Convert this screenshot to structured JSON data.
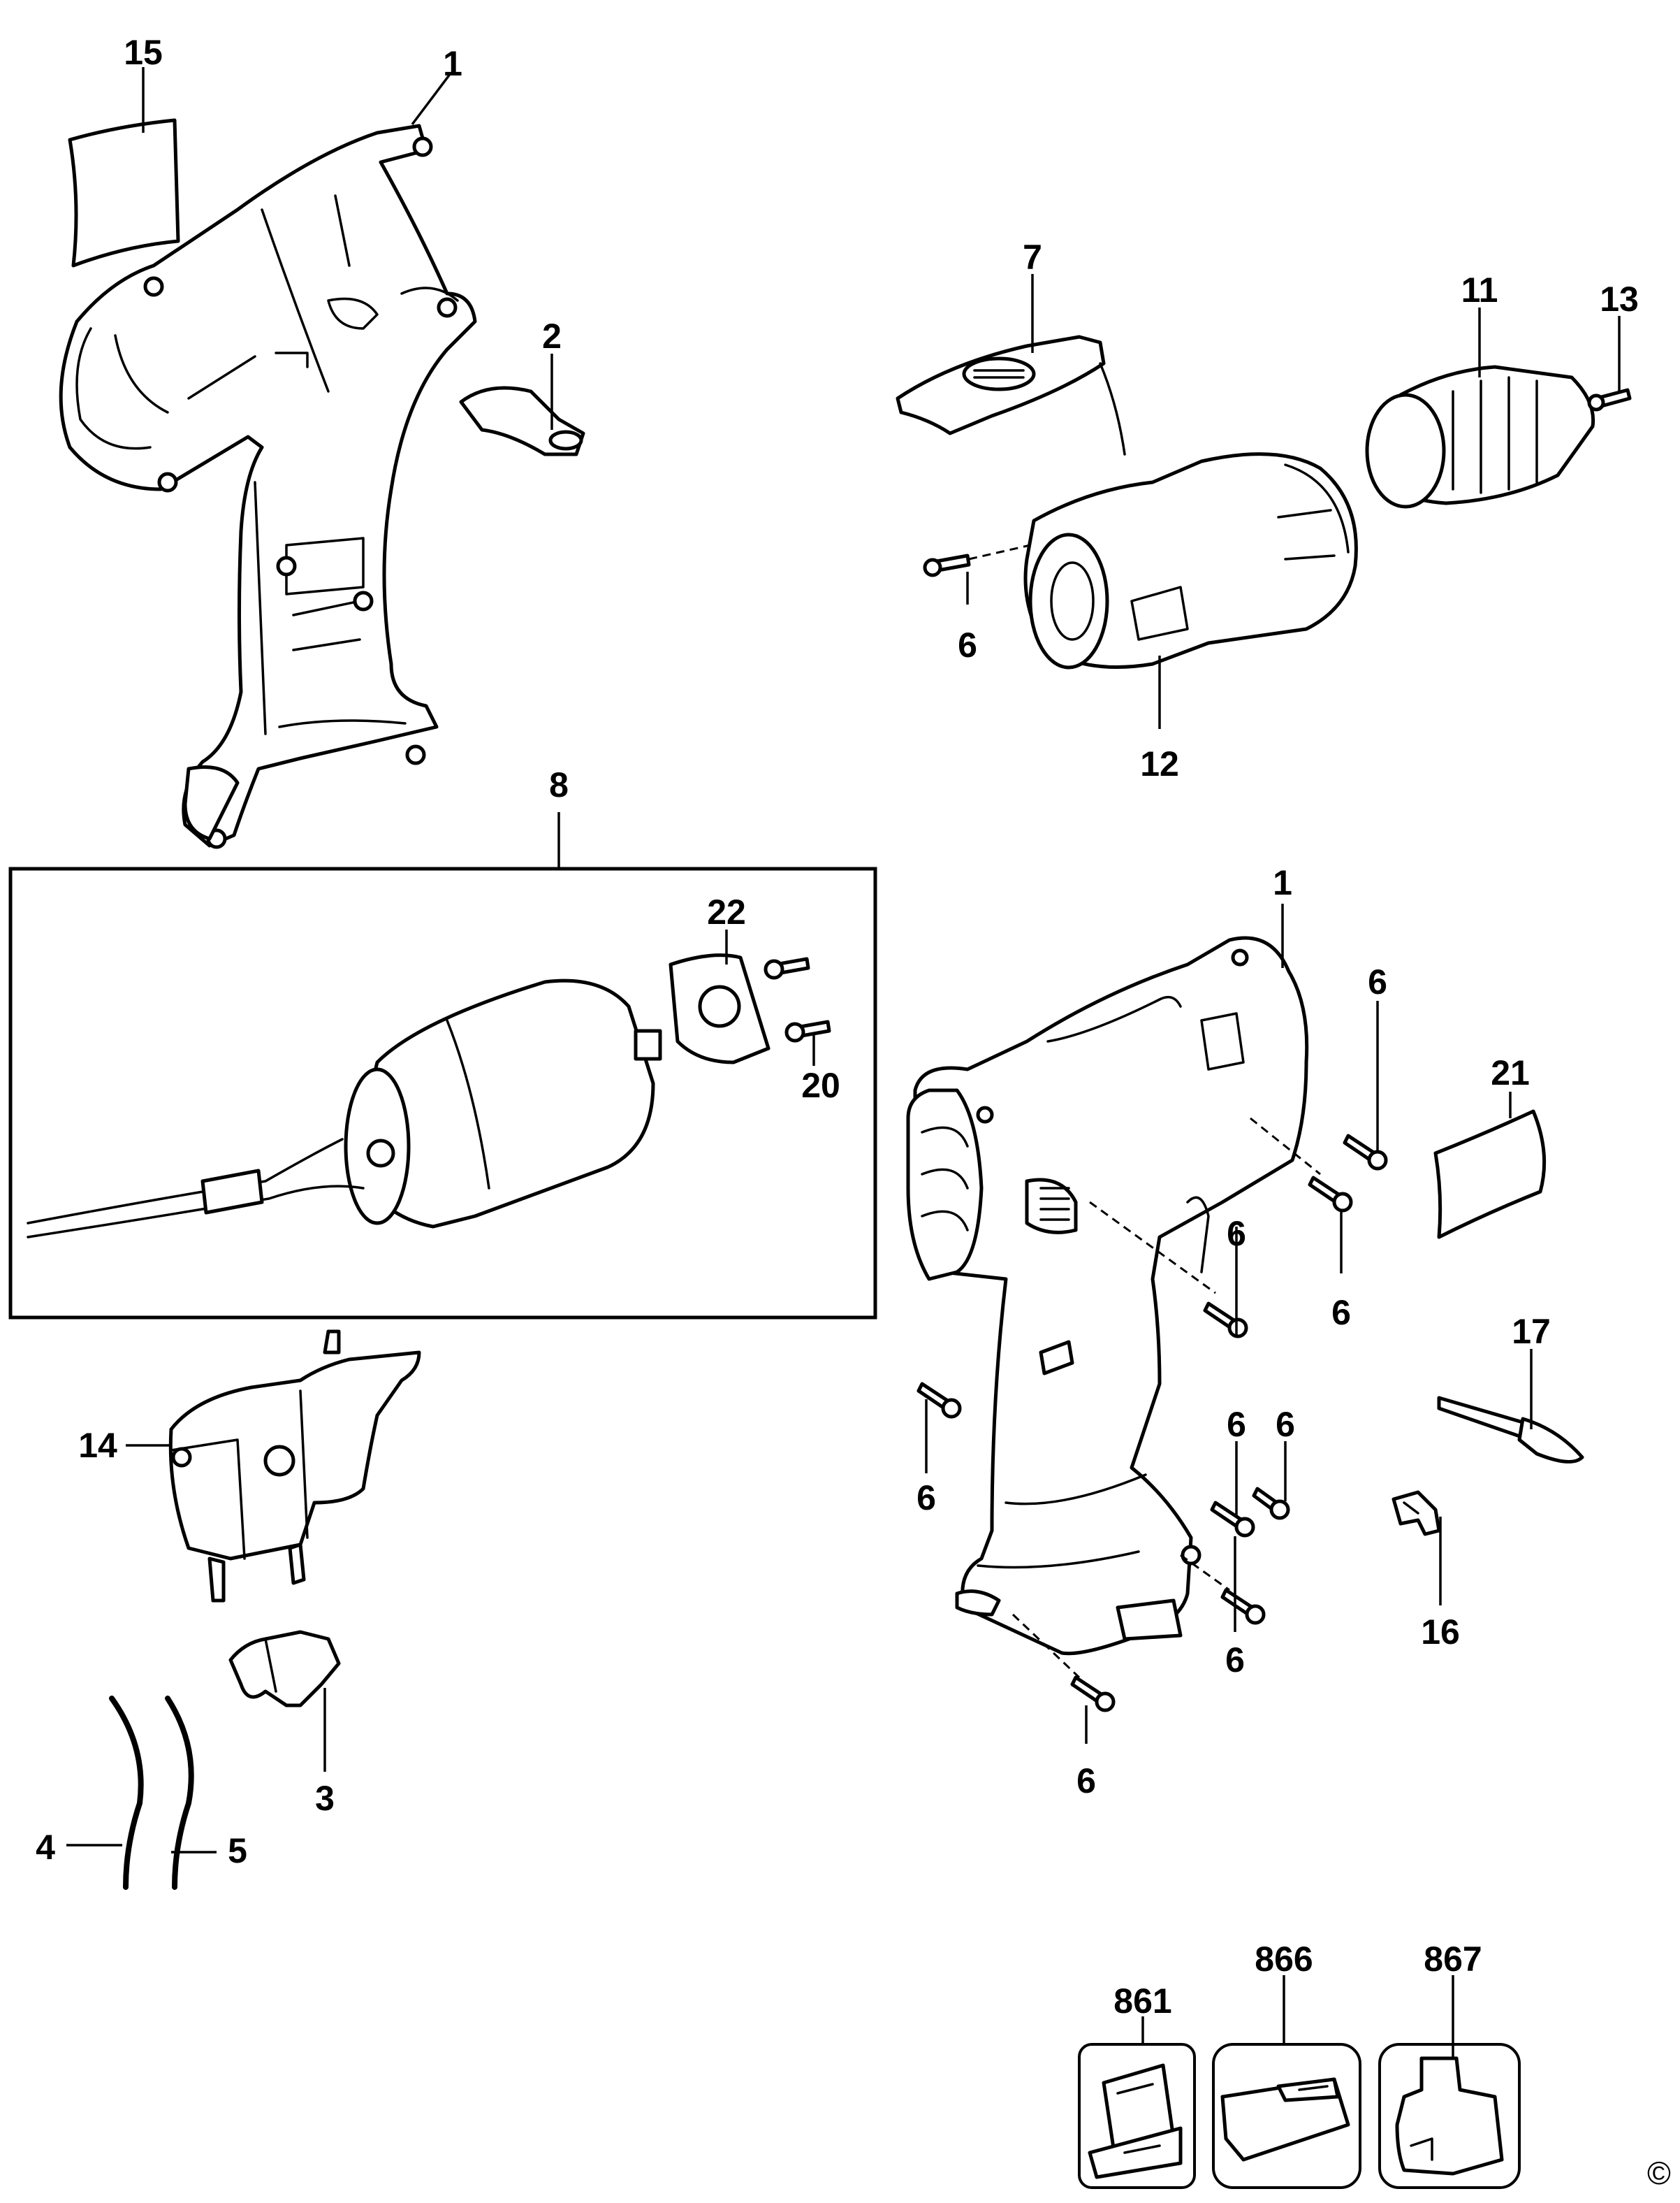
{
  "callouts": {
    "c15": "15",
    "c1_top": "1",
    "c2": "2",
    "c7": "7",
    "c11": "11",
    "c13": "13",
    "c6_gear": "6",
    "c12": "12",
    "c8": "8",
    "c1_main": "1",
    "c22": "22",
    "c20": "20",
    "c6_a": "6",
    "c21": "21",
    "c6_b": "6",
    "c6_c": "6",
    "c17": "17",
    "c14": "14",
    "c6_d": "6",
    "c6_e": "6",
    "c6_f": "6",
    "c16": "16",
    "c6_g": "6",
    "c3": "3",
    "c6_h": "6",
    "c4": "4",
    "c5": "5",
    "c861": "861",
    "c866": "866",
    "c867": "867"
  },
  "copyright_symbol": "©"
}
